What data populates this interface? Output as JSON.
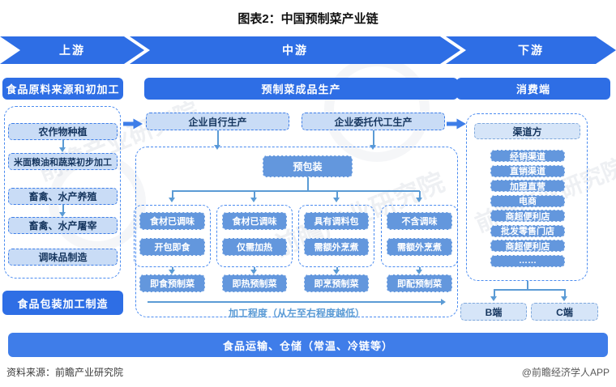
{
  "title": "图表2：中国预制菜产业链",
  "chain": {
    "upstream": "上游",
    "midstream": "中游",
    "downstream": "下游"
  },
  "upstream": {
    "header": "食品原料来源和初加工",
    "raw_boxes": [
      "农作物种植",
      "米面粮油和蔬菜初步加工",
      "畜禽、水产养殖",
      "畜禽、水产屠宰",
      "调味品制造"
    ],
    "packaging": "食品包装加工制造"
  },
  "midstream": {
    "header": "预制菜成品生产",
    "producers": [
      "企业自行生产",
      "企业委托代工生产"
    ],
    "prepack": "预包装",
    "groups": [
      {
        "seasoning": "食材已调味",
        "cooking": "开包即食",
        "result": "即食预制菜"
      },
      {
        "seasoning": "食材已调味",
        "cooking": "仅需加热",
        "result": "即热预制菜"
      },
      {
        "seasoning": "具有调料包",
        "cooking": "需额外烹煮",
        "result": "即烹预制菜"
      },
      {
        "seasoning": "不含调味",
        "cooking": "需额外烹煮",
        "result": "即配预制菜"
      }
    ],
    "degree_label": "加工程度（从左至右程度越低）"
  },
  "downstream": {
    "header": "消费端",
    "channel_header": "渠道方",
    "channels": [
      "经销渠道",
      "直销渠道",
      "加盟直营",
      "电商",
      "商超便利店",
      "批发零售门店",
      "商超便利店",
      "……"
    ],
    "ends": [
      "B端",
      "C端"
    ]
  },
  "logistics_bar": "食品运输、仓储（常温、冷链等）",
  "footer": {
    "source": "资料来源：前瞻产业研究院",
    "credit": "@前瞻经济学人APP"
  },
  "watermark": {
    "text": "前瞻产业研究院"
  },
  "colors": {
    "primary_blue": "#2E6EE5",
    "bar_blue": "#3F7DE9",
    "medium_blue": "#6397DD",
    "light_blue": "#C9DCF6",
    "pale_blue": "#D6E5F8",
    "connector_blue": "#5B9BD5"
  }
}
